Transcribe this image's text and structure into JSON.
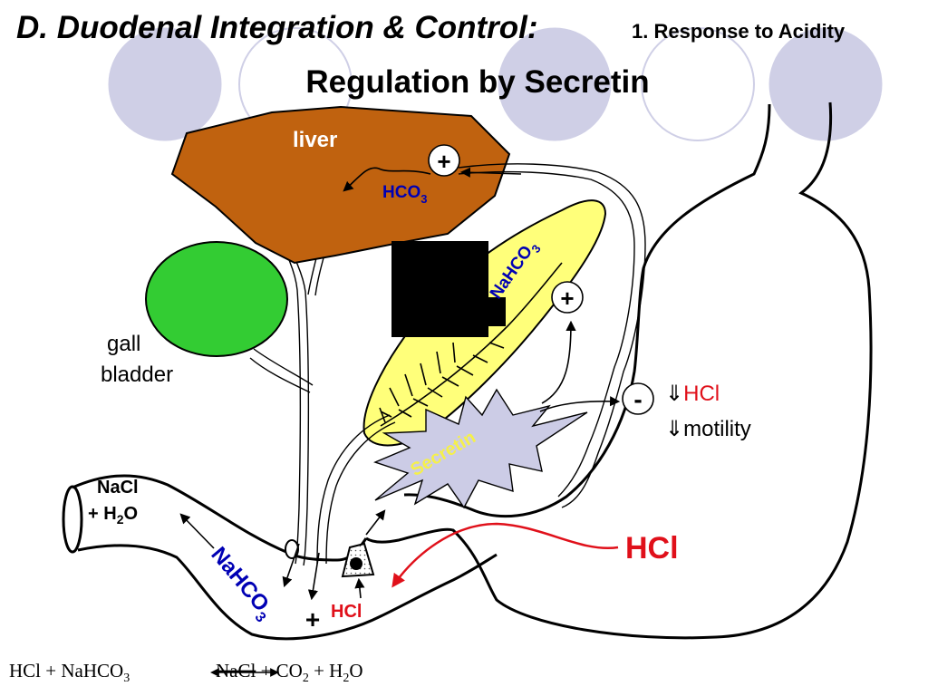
{
  "header": {
    "title": "D. Duodenal Integration & Control:",
    "subtitle": "1. Response to Acidity",
    "heading": "Regulation by Secretin"
  },
  "labels": {
    "liver": "liver",
    "hco3_liver_main": "HCO",
    "hco3_liver_sub": "3",
    "gall_line1": "gall",
    "gall_line2": "bladder",
    "nahco3_pancreas_main": "NaHCO",
    "nahco3_pancreas_sub": "3",
    "plus_liver": "+",
    "plus_pancreas": "+",
    "minus_stomach": "-",
    "effect_arrow_1": "⇓",
    "effect_hcl": "HCl",
    "effect_arrow_2": "⇓",
    "effect_motility": "motility",
    "secretin": "Secretin",
    "nacl_line1": "NaCl",
    "nacl_plus": "+ H",
    "nacl_sub": "2",
    "nacl_o": "O",
    "nahco3_duod_main": "NaHCO",
    "nahco3_duod_sub": "3",
    "plus_duodenum": "+",
    "hcl_duodenum": "HCl",
    "hcl_stomach": "HCl"
  },
  "equation": {
    "left": "HCl + NaHCO",
    "left_sub": "3",
    "right_nacl": "NaCl",
    "right_rest": " + CO",
    "right_sub_co2": "2",
    "right_h2o": " + H",
    "right_sub_h2o": "2",
    "right_o": "O"
  },
  "colors": {
    "liver": "#c0620f",
    "gall_bladder": "#33cc33",
    "pancreas": "#ffff7a",
    "secretin_burst": "#cccce6",
    "secretin_text": "#f5f04a",
    "deco_circle": "#cfcfe6",
    "blue_label": "#0000b4",
    "red": "#e0101a"
  }
}
